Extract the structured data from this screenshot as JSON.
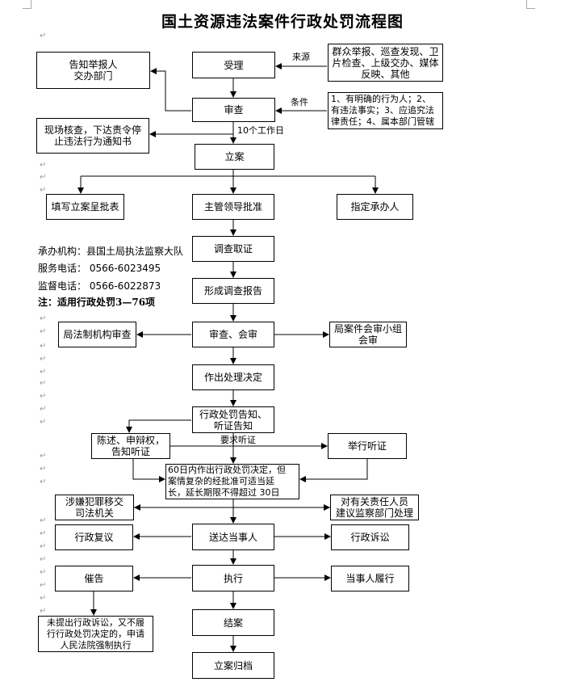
{
  "title": "国土资源违法案件行政处罚流程图",
  "boxes": {
    "accept": "受理",
    "sources": "群众举报、巡查发现、卫\n片检查、上级交办、媒体\n反映、其他",
    "notify_reporter": "告知举报人\n交办部门",
    "review": "审查",
    "conditions": "1、有明确的行为人；2、\n有违法事实；3、应追究法\n律责任；4、属本部门管辖",
    "site_check": "现场核查，下达责令停\n止违法行为通知书",
    "file_case": "立案",
    "fill_form": "填写立案呈批表",
    "leader_approve": "主管领导批准",
    "assign_handler": "指定承办人",
    "investigate": "调查取证",
    "report": "形成调查报告",
    "legal_review": "局法制机构审查",
    "joint_review": "审查、会审",
    "case_panel": "局案件会审小组\n会审",
    "decision": "作出处理决定",
    "notice": "行政处罚告知、\n听证告知",
    "defense": "陈述、申辩权，\n告知听证",
    "hearing": "举行听证",
    "deadline": "60日内作出行政处罚决定，但\n案情复杂的经批准可适当延\n长，延长期限不得超过 30日",
    "criminal": "涉嫌犯罪移交\n司法机关",
    "discipline": "对有关责任人员\n建议监察部门处理",
    "serve": "送达当事人",
    "admin_review": "行政复议",
    "admin_lawsuit": "行政诉讼",
    "urge": "催告",
    "execute": "执行",
    "comply": "当事人履行",
    "enforce": "未提出行政诉讼，又不履\n行行政处罚决定的，申请\n人民法院强制执行",
    "close": "结案",
    "archive": "立案归档"
  },
  "labels": {
    "source": "来源",
    "condition": "条件",
    "ten_days": "10个工作日",
    "request_hearing": "要求听证"
  },
  "info": {
    "agency": "承办机构：县国土局执法监察大队",
    "service_phone": "服务电话： 0566-6023495",
    "supervise_phone": "监督电话： 0566-6022873",
    "note": "注：适用行政处罚3—76项"
  }
}
